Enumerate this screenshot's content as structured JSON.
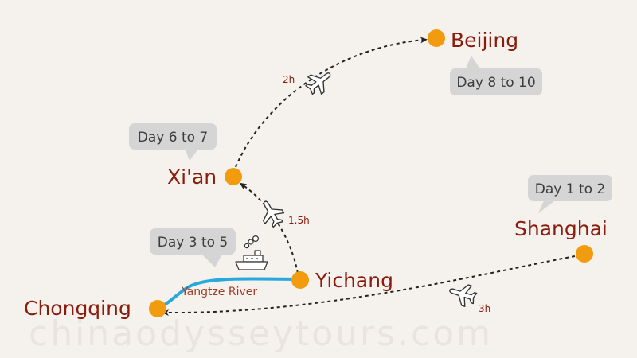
{
  "colors": {
    "background": "#f5f1ec",
    "city_dot": "#f29b0e",
    "city_label": "#8a1c0e",
    "river": "#29a8de",
    "bubble": "#d5d5d5"
  },
  "cities": {
    "beijing": "Beijing",
    "xian": "Xi'an",
    "yichang": "Yichang",
    "chongqing": "Chongqing",
    "shanghai": "Shanghai"
  },
  "days": {
    "shanghai": "Day 1 to 2",
    "river": "Day 3 to 5",
    "xian": "Day 6 to 7",
    "beijing": "Day 8 to 10"
  },
  "durations": {
    "shanghai_chongqing": "3h",
    "yichang_xian": "1.5h",
    "xian_beijing": "2h"
  },
  "river": {
    "label": "Yangtze River"
  },
  "icons": {
    "flight": "airplane-icon",
    "cruise": "ship-icon"
  },
  "watermark": "chinaodysseytours.com"
}
